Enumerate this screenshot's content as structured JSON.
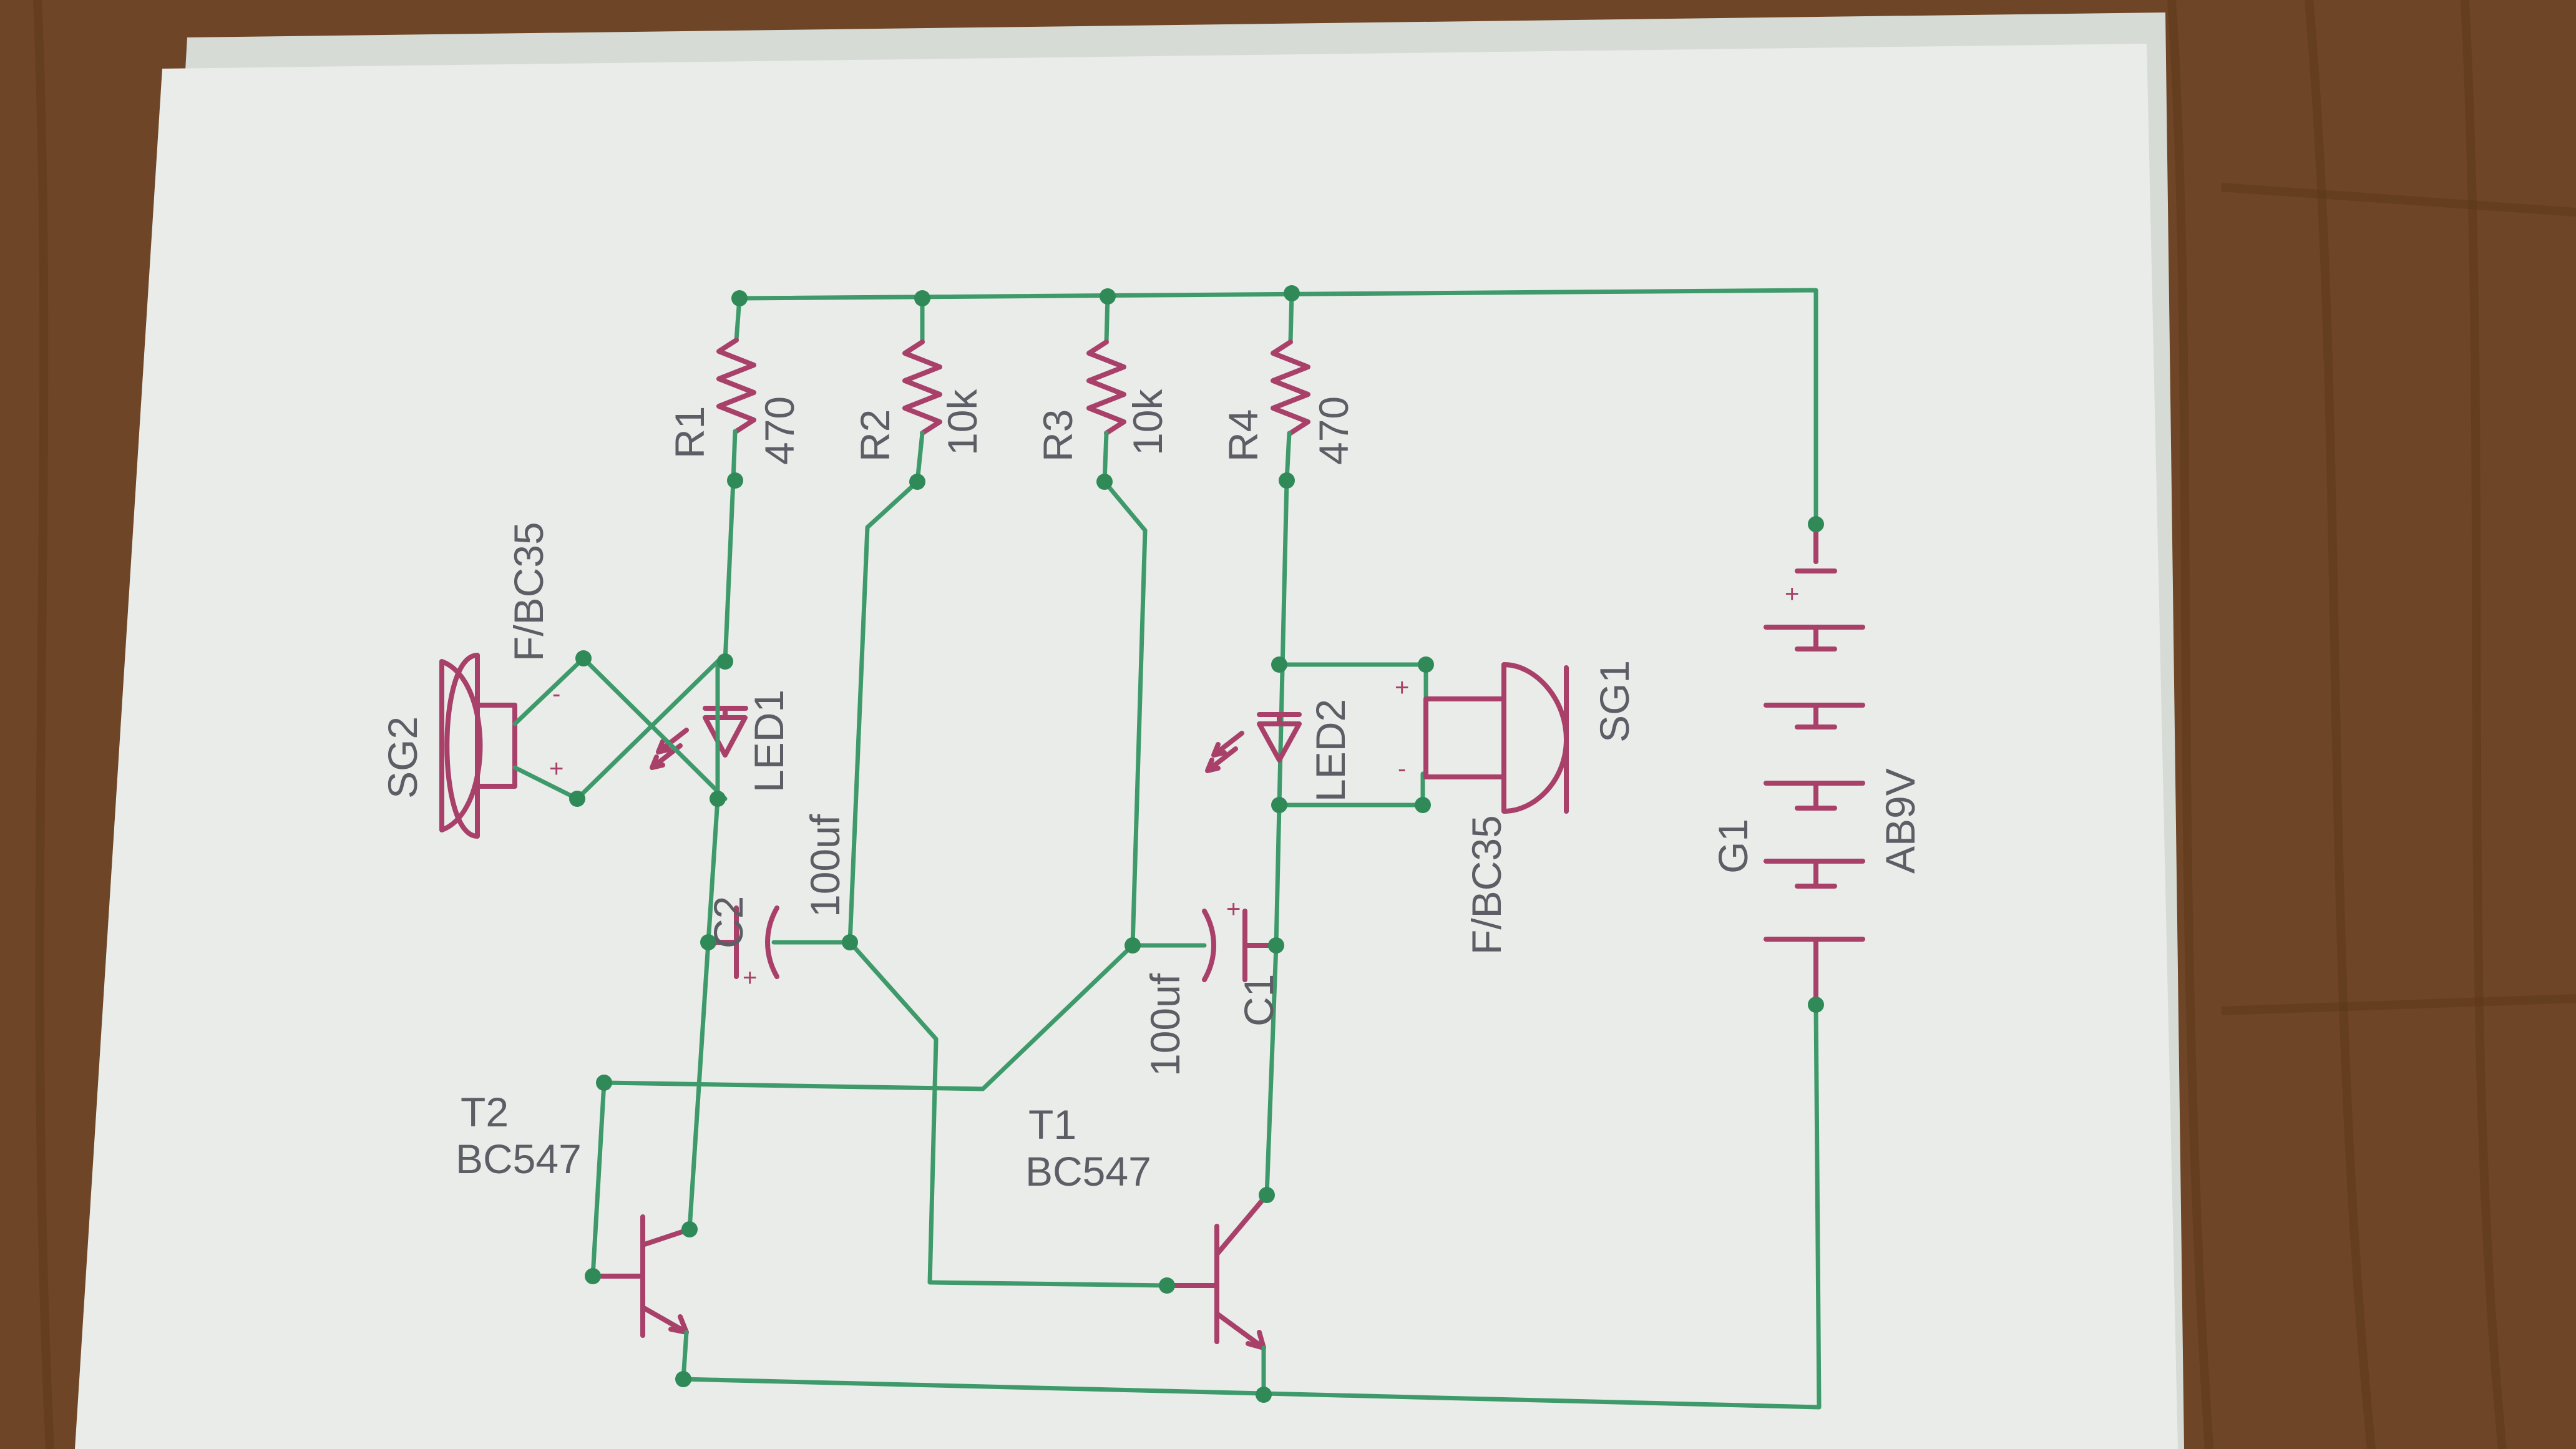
{
  "colors": {
    "wire": "#3e9a6a",
    "component": "#a8406a",
    "label": "#5d5d66",
    "paper": "#e9ece8",
    "table": "#6e4526"
  },
  "components": {
    "R1": {
      "name": "R1",
      "value": "470"
    },
    "R2": {
      "name": "R2",
      "value": "10k"
    },
    "R3": {
      "name": "R3",
      "value": "10k"
    },
    "R4": {
      "name": "R4",
      "value": "470"
    },
    "LED1": {
      "name": "LED1"
    },
    "LED2": {
      "name": "LED2"
    },
    "C1": {
      "name": "C1",
      "value": "100uf"
    },
    "C2": {
      "name": "C2",
      "value": "100uf"
    },
    "T1": {
      "name": "T1",
      "value": "BC547"
    },
    "T2": {
      "name": "T2",
      "value": "BC547"
    },
    "SG1": {
      "name": "SG1",
      "value": "F/BC35"
    },
    "SG2": {
      "name": "SG2",
      "value": "F/BC35"
    },
    "G1": {
      "name": "G1",
      "value": "AB9V"
    }
  },
  "polarity": {
    "plus": "+",
    "minus": "-"
  }
}
